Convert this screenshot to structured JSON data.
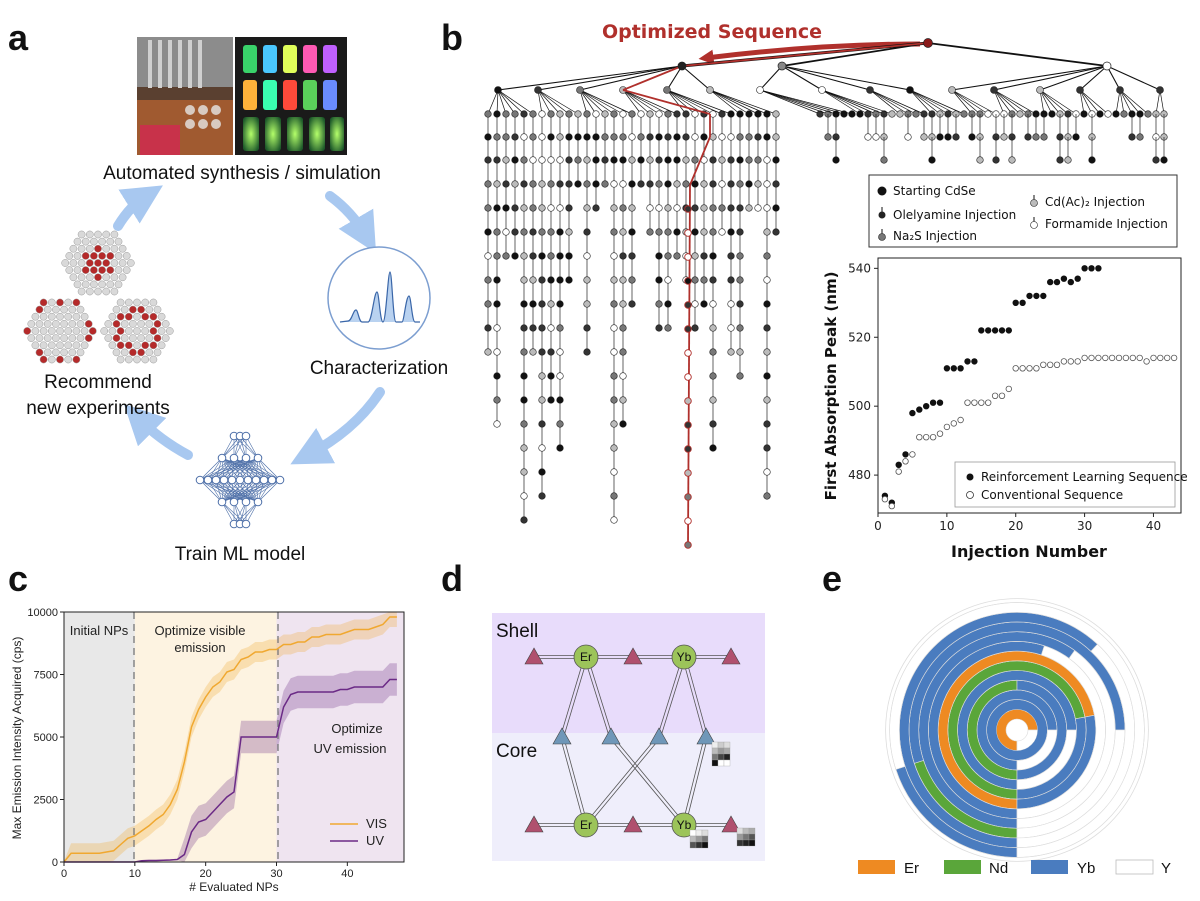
{
  "panels": {
    "a": {
      "label": "a",
      "synthesis_caption": "Automated synthesis / simulation",
      "characterization_caption": "Characterization",
      "train_caption": "Train ML model",
      "recommend_caption_line1": "Recommend",
      "recommend_caption_line2": "new experiments"
    },
    "b": {
      "label": "b",
      "arrow_caption": "Optimized Sequence",
      "legend": {
        "starting": "Starting CdSe",
        "olelyamine": "Olelyamine Injection",
        "na2s": "Na₂S Injection",
        "cdac": "Cd(Ac)₂ Injection",
        "formamide": "Formamide Injection"
      }
    },
    "c": {
      "label": "c",
      "region_initial": "Initial NPs",
      "region_visible_line1": "Optimize visible",
      "region_visible_line2": "emission",
      "region_uv_line1": "Optimize",
      "region_uv_line2": "UV emission"
    },
    "d": {
      "label": "d",
      "shell": "Shell",
      "core": "Core",
      "nodes": {
        "er": "Er",
        "yb": "Yb"
      }
    },
    "e": {
      "label": "e",
      "legend": [
        {
          "name": "Er",
          "color": "#ee8a22"
        },
        {
          "name": "Nd",
          "color": "#5aa63a"
        },
        {
          "name": "Yb",
          "color": "#4a7cbf"
        },
        {
          "name": "Y",
          "color": "#ffffff"
        }
      ]
    }
  },
  "chart_data": [
    {
      "id": "b-absorption",
      "type": "scatter",
      "xlabel": "Injection Number",
      "ylabel": "First Absorption Peak (nm)",
      "xlim": [
        0,
        44
      ],
      "ylim": [
        469,
        543
      ],
      "xticks": [
        0,
        10,
        20,
        30,
        40
      ],
      "yticks": [
        480,
        500,
        520,
        540
      ],
      "legend_position": "bottom-right",
      "series": [
        {
          "name": "Reinforcement Learning Sequence",
          "marker": "filled",
          "x": [
            1,
            2,
            3,
            4,
            5,
            6,
            7,
            8,
            9,
            10,
            11,
            12,
            13,
            14,
            15,
            16,
            17,
            18,
            19,
            20,
            21,
            22,
            23,
            24,
            25,
            26,
            27,
            28,
            29,
            30,
            31,
            32
          ],
          "y": [
            474,
            472,
            483,
            486,
            498,
            499,
            500,
            501,
            501,
            511,
            511,
            511,
            513,
            513,
            522,
            522,
            522,
            522,
            522,
            530,
            530,
            532,
            532,
            532,
            536,
            536,
            537,
            536,
            537,
            540,
            540,
            540
          ]
        },
        {
          "name": "Conventional Sequence",
          "marker": "open",
          "x": [
            1,
            2,
            3,
            4,
            5,
            6,
            7,
            8,
            9,
            10,
            11,
            12,
            13,
            14,
            15,
            16,
            17,
            18,
            19,
            20,
            21,
            22,
            23,
            24,
            25,
            26,
            27,
            28,
            29,
            30,
            31,
            32,
            33,
            34,
            35,
            36,
            37,
            38,
            39,
            40,
            41,
            42,
            43
          ],
          "y": [
            473,
            471,
            481,
            484,
            486,
            491,
            491,
            491,
            492,
            494,
            495,
            496,
            501,
            501,
            501,
            501,
            503,
            503,
            505,
            511,
            511,
            511,
            511,
            512,
            512,
            512,
            513,
            513,
            513,
            514,
            514,
            514,
            514,
            514,
            514,
            514,
            514,
            514,
            513,
            514,
            514,
            514,
            514
          ]
        }
      ]
    },
    {
      "id": "c-emission",
      "type": "line",
      "xlabel": "# Evaluated NPs",
      "ylabel": "Max Emission Intensity Acquired (cps)",
      "xlim": [
        0,
        48
      ],
      "ylim": [
        0,
        10000
      ],
      "xticks": [
        0,
        10,
        20,
        30,
        40
      ],
      "yticks": [
        0,
        2500,
        5000,
        7500,
        10000
      ],
      "legend_position": "bottom-right",
      "regions": [
        {
          "from": 0,
          "to": 10,
          "color": "#e8e8e8"
        },
        {
          "from": 10,
          "to": 30,
          "color": "#fdf3e1"
        },
        {
          "from": 30,
          "to": 48,
          "color": "#efe4f0"
        }
      ],
      "series": [
        {
          "name": "VIS",
          "color": "#f0a830",
          "x": [
            0,
            1,
            2,
            3,
            4,
            5,
            6,
            7,
            8,
            9,
            10,
            11,
            12,
            13,
            14,
            15,
            16,
            17,
            18,
            19,
            20,
            21,
            22,
            23,
            24,
            25,
            26,
            27,
            28,
            29,
            30,
            31,
            32,
            33,
            34,
            35,
            36,
            37,
            38,
            39,
            40,
            41,
            42,
            43,
            44,
            45,
            46,
            47
          ],
          "y": [
            0,
            350,
            350,
            350,
            350,
            350,
            400,
            450,
            700,
            950,
            1050,
            1250,
            1450,
            1700,
            1900,
            2300,
            2900,
            4000,
            5400,
            6100,
            6600,
            7000,
            7200,
            7600,
            7700,
            8100,
            8200,
            8400,
            8400,
            8500,
            8500,
            8700,
            8700,
            8800,
            8800,
            9000,
            9000,
            9100,
            9100,
            9100,
            9200,
            9300,
            9300,
            9300,
            9400,
            9500,
            9800,
            9800
          ],
          "band": 400
        },
        {
          "name": "UV",
          "color": "#6b2a86",
          "x": [
            0,
            1,
            2,
            3,
            4,
            5,
            6,
            7,
            8,
            9,
            10,
            11,
            12,
            13,
            14,
            15,
            16,
            17,
            18,
            19,
            20,
            21,
            22,
            23,
            24,
            25,
            26,
            27,
            28,
            29,
            30,
            31,
            32,
            33,
            34,
            35,
            36,
            37,
            38,
            39,
            40,
            41,
            42,
            43,
            44,
            45,
            46,
            47
          ],
          "y": [
            0,
            0,
            0,
            0,
            0,
            0,
            0,
            0,
            0,
            0,
            0,
            50,
            60,
            60,
            70,
            80,
            100,
            300,
            1200,
            1600,
            1700,
            2000,
            2300,
            2600,
            2800,
            5000,
            5000,
            5000,
            5000,
            5000,
            5000,
            6200,
            6700,
            6800,
            6800,
            6800,
            6800,
            6800,
            6800,
            6900,
            6900,
            7000,
            7000,
            7000,
            7000,
            7000,
            7300,
            7300
          ],
          "band": 650
        }
      ]
    },
    {
      "id": "e-composition",
      "type": "pie",
      "legend_position": "bottom",
      "rings": [
        [
          {
            "m": "Er",
            "v": 0.75
          },
          {
            "m": "Y",
            "v": 0.25
          }
        ],
        [
          {
            "m": "Yb",
            "v": 1.0
          }
        ],
        [
          {
            "m": "Yb",
            "v": 0.75
          },
          {
            "m": "Y",
            "v": 0.25
          }
        ],
        [
          {
            "m": "Nd",
            "v": 0.5
          },
          {
            "m": "Yb",
            "v": 0.5
          }
        ],
        [
          {
            "m": "Yb",
            "v": 0.75
          },
          {
            "m": "Y",
            "v": 0.25
          }
        ],
        [
          {
            "m": "Nd",
            "v": 0.72
          },
          {
            "m": "Yb",
            "v": 0.28
          }
        ],
        [
          {
            "m": "Er",
            "v": 0.72
          },
          {
            "m": "Yb",
            "v": 0.28
          }
        ],
        [
          {
            "m": "Yb",
            "v": 0.55
          },
          {
            "m": "Y",
            "v": 0.45
          }
        ],
        [
          {
            "m": "Yb",
            "v": 0.6
          },
          {
            "m": "Y",
            "v": 0.4
          }
        ],
        [
          {
            "m": "Nd",
            "v": 0.2
          },
          {
            "m": "Yb",
            "v": 0.55
          },
          {
            "m": "Y",
            "v": 0.25
          }
        ],
        [
          {
            "m": "Yb",
            "v": 0.62
          },
          {
            "m": "Y",
            "v": 0.38
          }
        ],
        [
          {
            "m": "Yb",
            "v": 0.2
          },
          {
            "m": "Y",
            "v": 0.8
          }
        ]
      ]
    }
  ]
}
